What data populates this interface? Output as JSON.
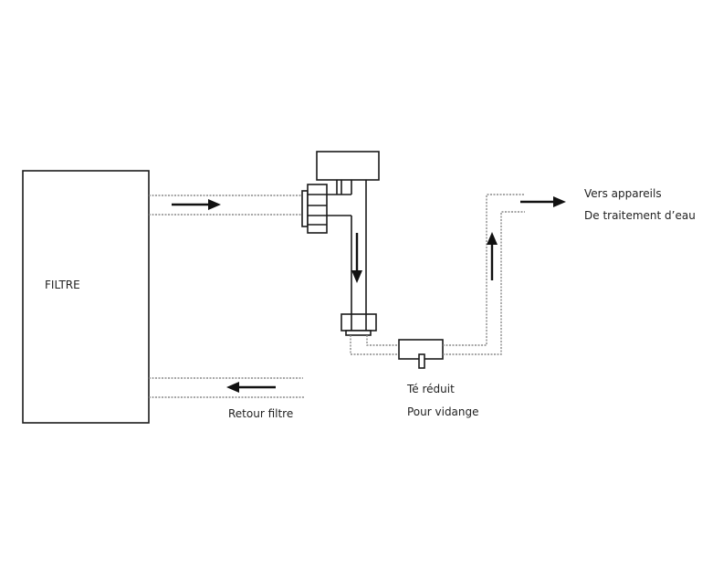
{
  "diagram": {
    "labels": {
      "filter": "FILTRE",
      "return": "Retour filtre",
      "tee_line1": "Té réduit",
      "tee_line2": "Pour vidange",
      "outlet_line1": "Vers appareils",
      "outlet_line2": "De traitement d’eau"
    },
    "components": [
      "filter-tank",
      "inlet-pipe",
      "return-pipe",
      "union-fitting-left",
      "treatment-cell",
      "vertical-pipe",
      "union-fitting-bottom",
      "reducing-tee",
      "drain-stub",
      "outlet-pipe"
    ],
    "flow_directions": {
      "inlet": "right",
      "vertical": "down",
      "outlet_vertical": "up",
      "outlet": "right",
      "return": "left"
    },
    "colors": {
      "line": "#1a1a1a",
      "pipe_dotted": "#8a8a8a",
      "text": "#222222",
      "background": "#ffffff"
    }
  }
}
